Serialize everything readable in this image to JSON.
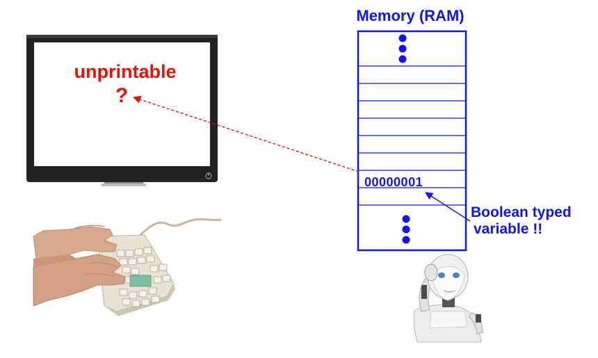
{
  "monitor": {
    "screen_text": "unprintable",
    "screen_mark": "?",
    "power_icon": "power-icon"
  },
  "memory": {
    "title": "Memory (RAM)",
    "value": "00000001"
  },
  "callout": {
    "line1": "Boolean typed",
    "line2": "variable !!"
  },
  "colors": {
    "red_text": "#e8120c",
    "blue_text": "#1414e6",
    "memory_lines": "#1414e6"
  },
  "illustrations": {
    "hands": "hands-typing-on-keyboard",
    "robot": "thinking-robot"
  }
}
